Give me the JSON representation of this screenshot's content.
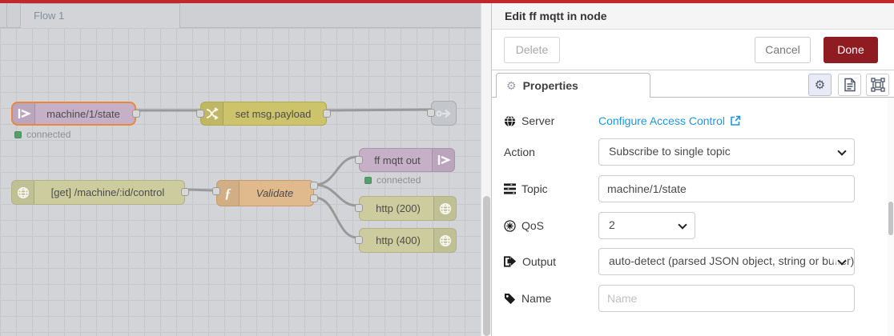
{
  "topbar": {
    "color": "#c0282c"
  },
  "canvas": {
    "tab": {
      "label": "Flow 1"
    },
    "nodes": {
      "mqtt_in": {
        "label": "machine/1/state",
        "status": "connected",
        "color": "#c6b0c8"
      },
      "change": {
        "label": "set msg.payload",
        "color": "#ccc36b"
      },
      "link_out": {
        "label": "",
        "color": "#c3c6ca"
      },
      "http_in": {
        "label": "[get] /machine/:id/control",
        "color": "#cdcc9f"
      },
      "function": {
        "label": "Validate",
        "color": "#e0b98d"
      },
      "mqtt_out": {
        "label": "ff mqtt out",
        "status": "connected",
        "color": "#c6b0c8"
      },
      "http_response_200": {
        "label": "http (200)",
        "color": "#cdcc9f"
      },
      "http_response_400": {
        "label": "http (400)",
        "color": "#cdcc9f"
      }
    }
  },
  "tray": {
    "title": "Edit ff mqtt in node",
    "buttons": {
      "delete": "Delete",
      "cancel": "Cancel",
      "done": "Done"
    },
    "tabs": {
      "properties": "Properties"
    },
    "form": {
      "server": {
        "label": "Server",
        "link": "Configure Access Control"
      },
      "action": {
        "label": "Action",
        "value": "Subscribe to single topic"
      },
      "topic": {
        "label": "Topic",
        "value": "machine/1/state"
      },
      "qos": {
        "label": "QoS",
        "value": "2"
      },
      "output": {
        "label": "Output",
        "value": "auto-detect (parsed JSON object, string or buffer)"
      },
      "name": {
        "label": "Name",
        "placeholder": "Name"
      }
    },
    "colors": {
      "done_bg": "#8e1c21",
      "link": "#1e97e4",
      "selection": "#e8883b",
      "status_ok": "#55a06a"
    },
    "icons": {
      "gear": "⚙",
      "function": "ƒ"
    }
  }
}
